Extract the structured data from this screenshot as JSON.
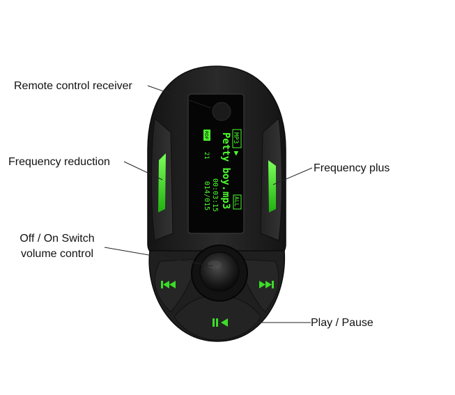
{
  "labels": {
    "remote_receiver": "Remote control receiver",
    "freq_reduction": "Frequency reduction",
    "freq_plus": "Frequency plus",
    "switch_line1": "Off / On Switch",
    "switch_line2": "volume control",
    "play_pause": "Play / Pause"
  },
  "display": {
    "format_badge": "MP3",
    "play_symbol": "▶",
    "track_name_1": "Petty boy.",
    "track_name_2": "mp3",
    "rdf_badge": "RDF",
    "channel_number": "21",
    "repeat_badge": "ALL",
    "elapsed_time": "00:03:15",
    "track_counter": "014/015"
  },
  "colors": {
    "body": "#1c1c1c",
    "accent_green": "#3cdc28",
    "lcd_text": "#4dff2e",
    "label_text": "#111111"
  },
  "icons": {
    "prev": "previous-track-icon",
    "next": "next-track-icon",
    "play_pause": "play-pause-icon"
  }
}
